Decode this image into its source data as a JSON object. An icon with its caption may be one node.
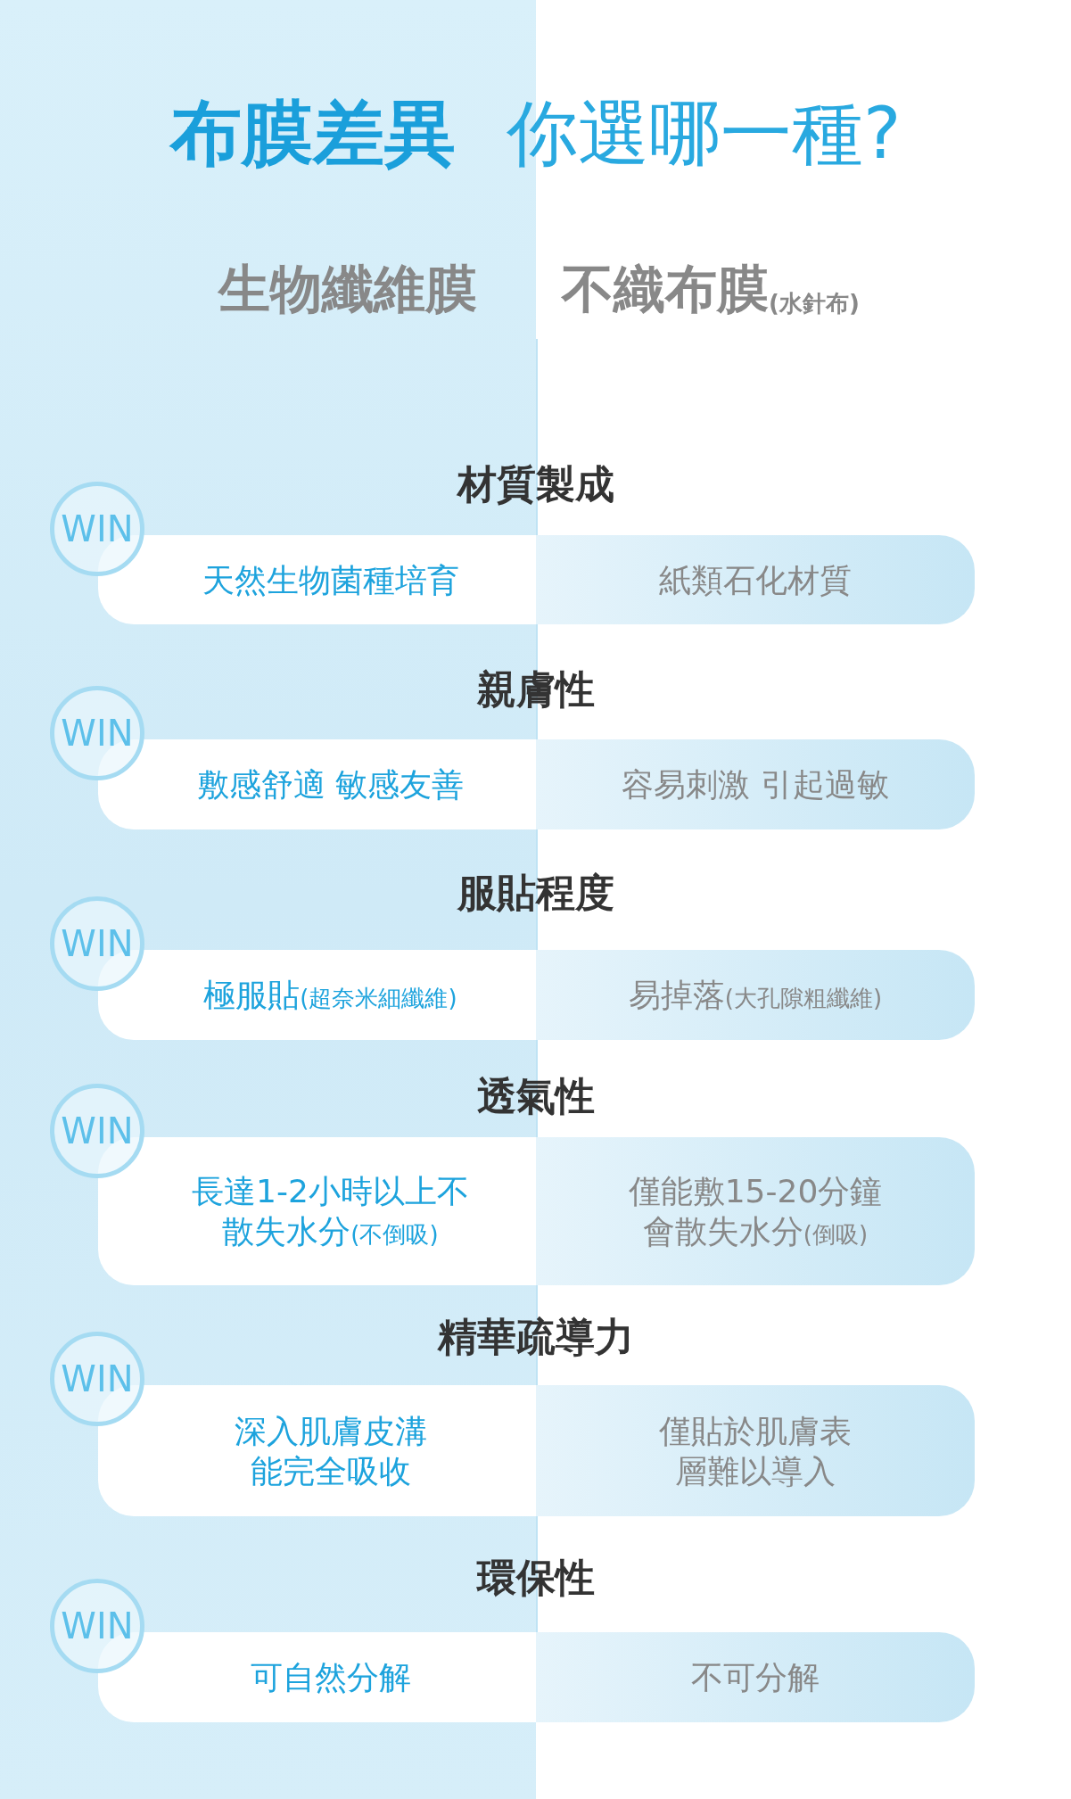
{
  "diagram": {
    "title": "**布膜差異** 你選哪一種?",
    "nodes": [
      {
        "text": [
          "WIN"
        ]
      },
      {
        "text": [
          "天然生物菌種培育"
        ]
      },
      {
        "text": [
          "紙類石化材質"
        ]
      },
      {
        "text": [
          "WIN"
        ]
      },
      {
        "text": [
          "敷感舒適 敏感友善"
        ]
      },
      {
        "text": [
          "容易刺激 引起過敏"
        ]
      },
      {
        "text": [
          "WIN"
        ]
      },
      {
        "text": [
          "極服貼",
          "(超奈米細纖維)"
        ]
      },
      {
        "text": [
          "易掉落",
          "(大孔隙粗纖維)"
        ]
      },
      {
        "text": [
          "WIN"
        ]
      },
      {
        "text": [
          "長達1-2小時以上不散失水分",
          "(不倒吸)"
        ]
      },
      {
        "text": [
          "僅能敷15-20分鐘會散失水分",
          "(倒吸)"
        ]
      },
      {
        "text": [
          "WIN"
        ]
      },
      {
        "text": [
          "深入肌膚皮溝能完全吸收"
        ]
      },
      {
        "text": [
          "僅貼於肌膚表層難以導入"
        ]
      },
      {
        "text": [
          "WIN"
        ]
      },
      {
        "text": [
          "可自然分解"
        ]
      },
      {
        "text": [
          "不可分解"
        ]
      }
    ],
    "labels": [
      "生物纖維膜",
      "不織布膜",
      "(水針布)",
      "材質製成",
      "親膚性",
      "服貼程度",
      "透氣性",
      "精華疏導力",
      "環保性"
    ]
  }
}
